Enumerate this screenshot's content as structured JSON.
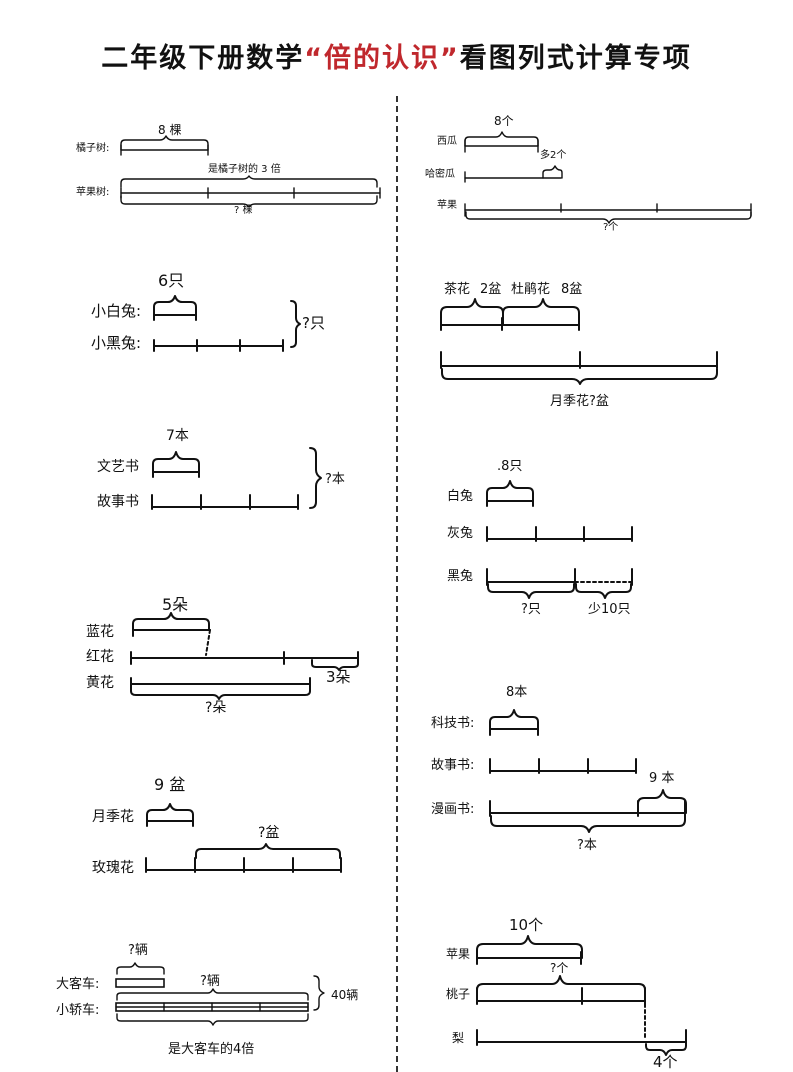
{
  "title": {
    "main": "二年级下册数学",
    "highlight": "“倍的认识”",
    "rest": "看图列式计算专项"
  },
  "left": {
    "p1": {
      "row1": "橘子树:",
      "top": "8 棵",
      "row2": "苹果树:",
      "mid": "是橘子树的 3 倍",
      "bottom": "? 棵"
    },
    "p2": {
      "top": "6只",
      "row1": "小白兔:",
      "row2": "小黑兔:",
      "right": "?只"
    },
    "p3": {
      "top": "7本",
      "row1": "文艺书",
      "row2": "故事书",
      "right": "?本"
    },
    "p4": {
      "top": "5朵",
      "row1": "蓝花",
      "row2": "红花",
      "row3": "黄花",
      "extra": "3朵",
      "bottom": "?朵"
    },
    "p5": {
      "top": "9 盆",
      "row1": "月季花",
      "mid": "?盆",
      "row2": "玫瑰花"
    },
    "p6": {
      "top": "?辆",
      "row1": "大客车:",
      "mid": "?辆",
      "right": "40辆",
      "row2": "小轿车:",
      "bottom": "是大客车的4倍"
    }
  },
  "right": {
    "q1": {
      "top": "8个",
      "row1": "西瓜",
      "extra": "多2个",
      "row2": "哈密瓜",
      "row3": "苹果",
      "bottom": "?个"
    },
    "q2": {
      "a": "茶花",
      "av": "2盆",
      "b": "杜鹃花",
      "bv": "8盆",
      "bottom": "月季花?盆"
    },
    "q3": {
      "top": ".8只",
      "row1": "白兔",
      "row2": "灰兔",
      "row3": "黑兔",
      "b1": "?只",
      "b2": "少10只"
    },
    "q4": {
      "top": "8本",
      "row1": "科技书:",
      "row2": "故事书:",
      "extra": "9 本",
      "row3": "漫画书:",
      "bottom": "?本"
    },
    "q5": {
      "top": "10个",
      "row1": "苹果",
      "mid": "?个",
      "row2": "桃子",
      "row3": "梨",
      "bottom": "4个"
    }
  }
}
